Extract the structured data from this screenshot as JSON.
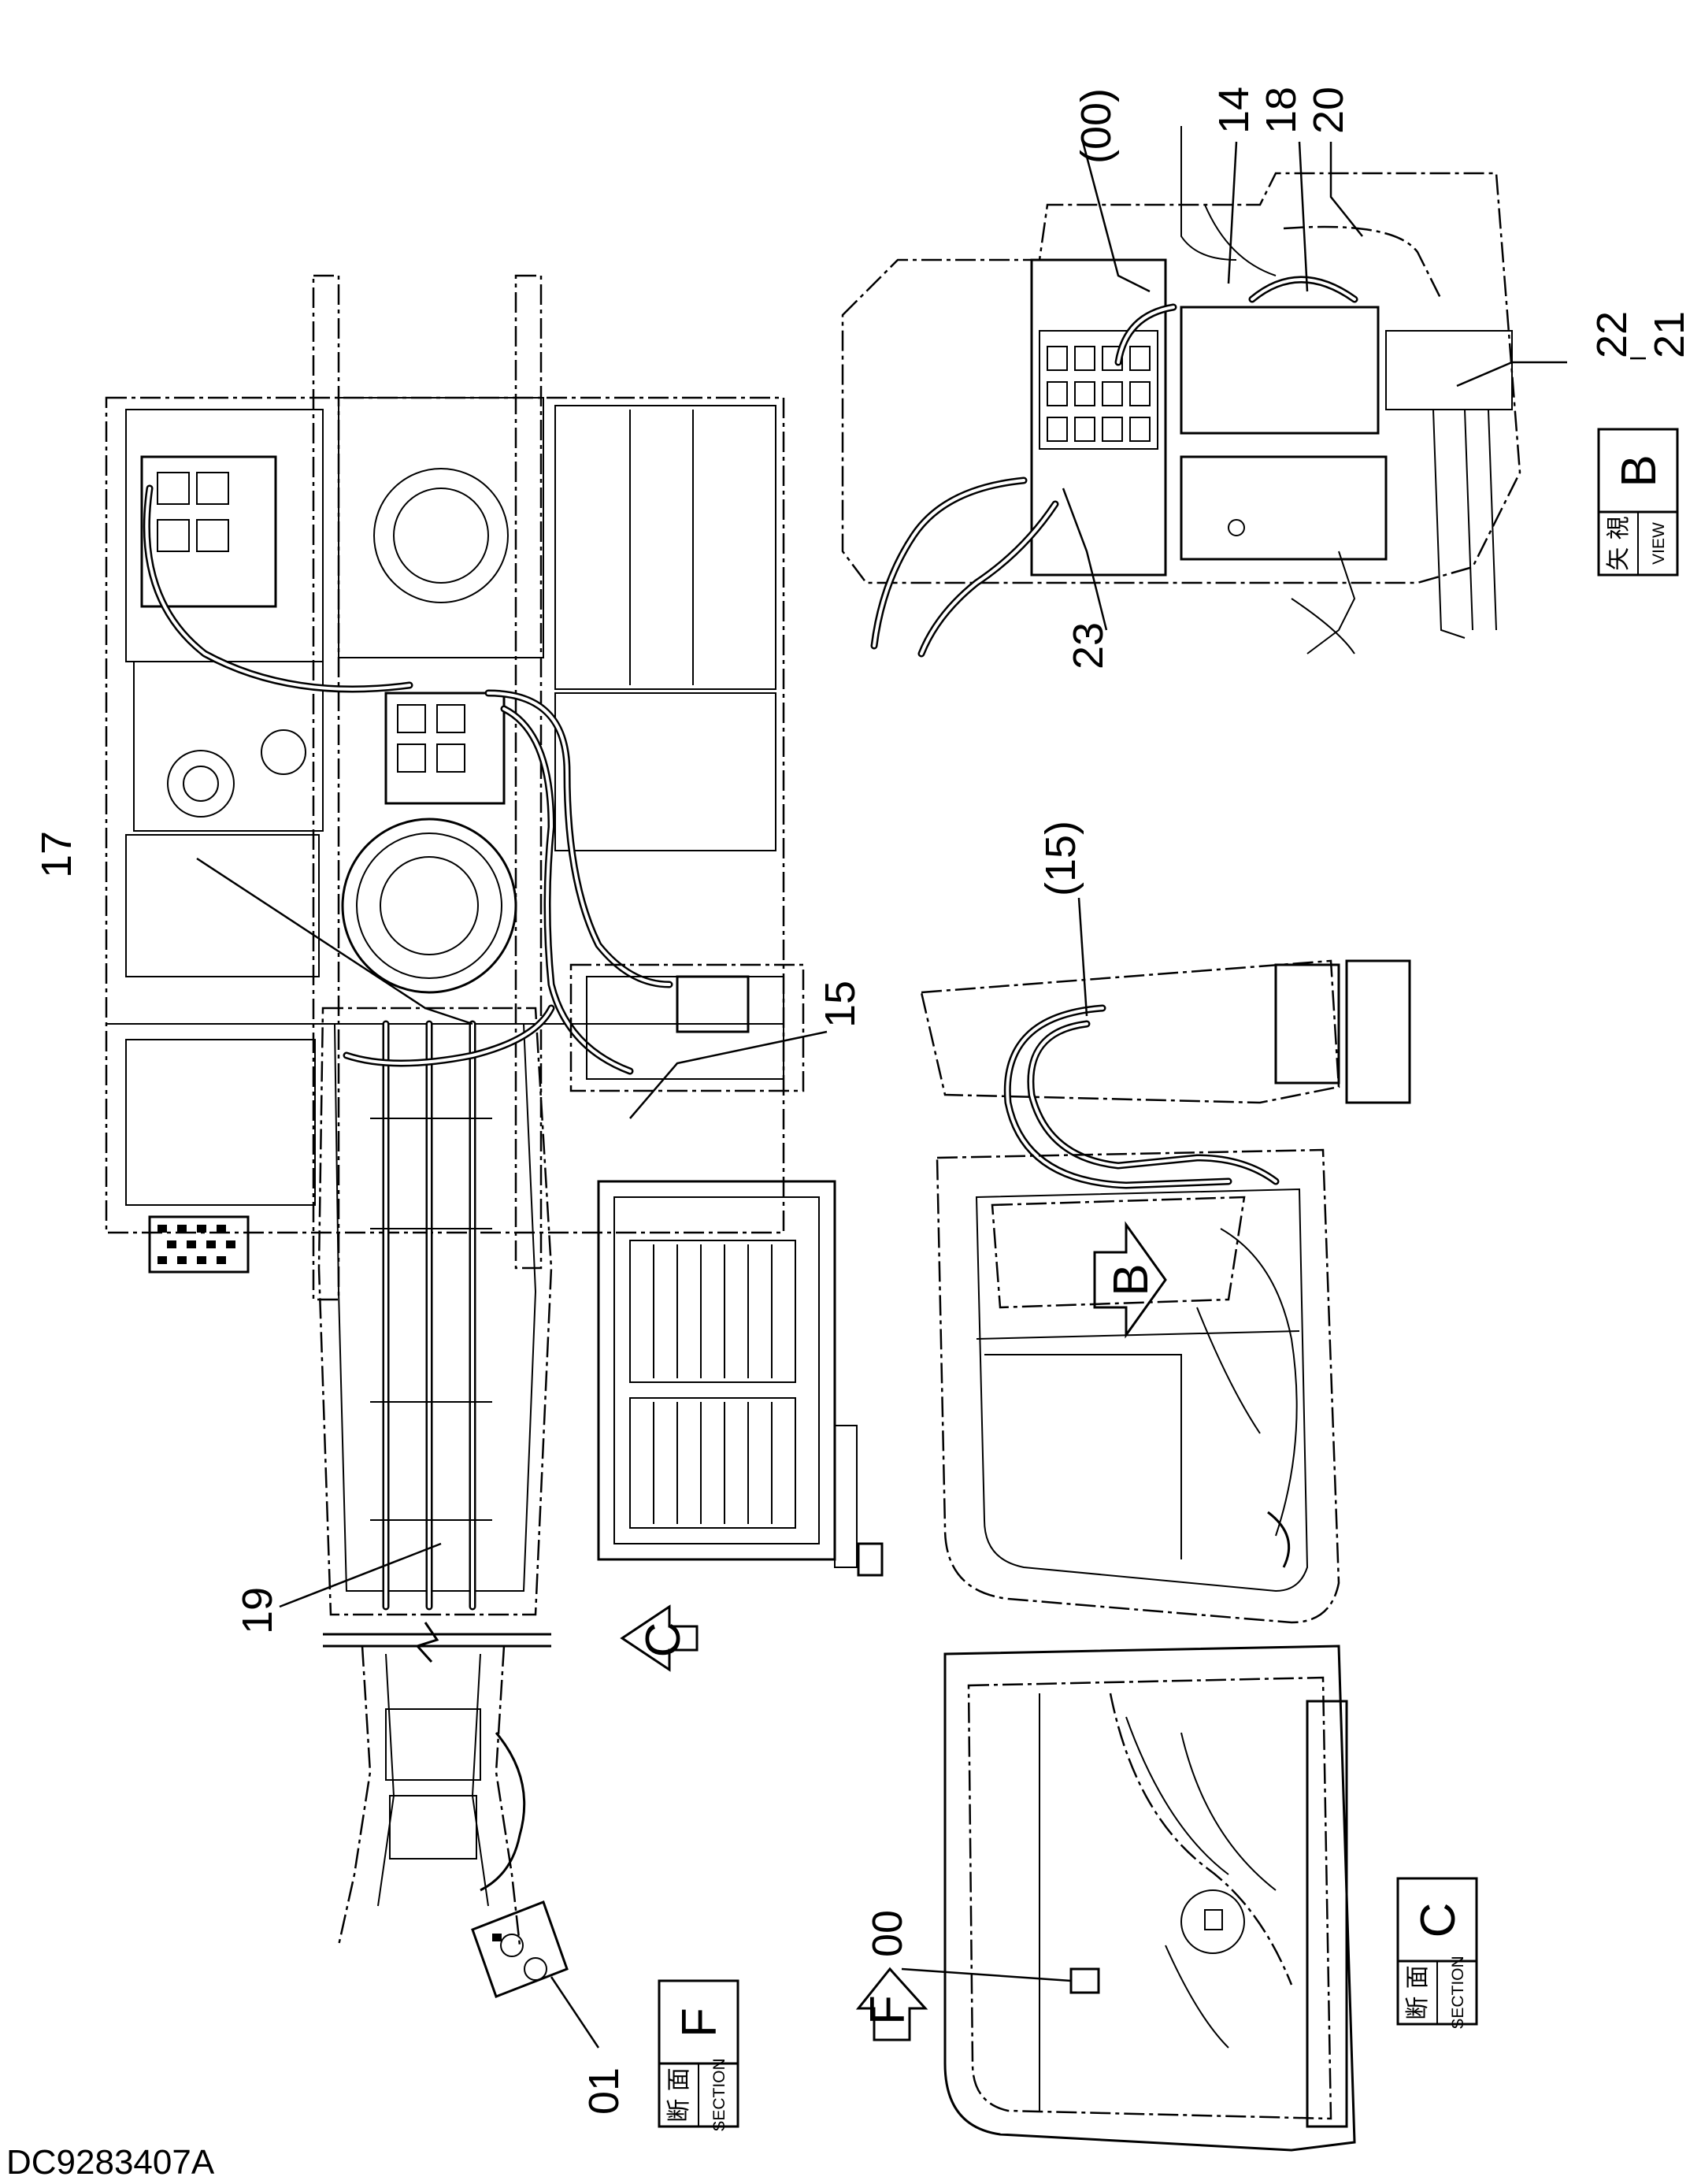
{
  "document_code": "DC9283407A",
  "part_labels": {
    "p00_ref": "(00)",
    "p14": "14",
    "p18": "18",
    "p20": "20",
    "p22": "22",
    "p21": "21",
    "p23": "23",
    "p17": "17",
    "p15": "15",
    "p15_ref": "(15)",
    "p19": "19",
    "p00": "00",
    "p01": "01"
  },
  "view_b": {
    "kanji": "矢 視",
    "sub": "VIEW",
    "letter": "B"
  },
  "section_c": {
    "kanji": "断 面",
    "sub": "SECTION",
    "letter": "C"
  },
  "section_f": {
    "kanji": "断 面",
    "sub": "SECTION",
    "letter": "F"
  },
  "arrows": {
    "b": "B",
    "c": "C",
    "f": "F"
  }
}
